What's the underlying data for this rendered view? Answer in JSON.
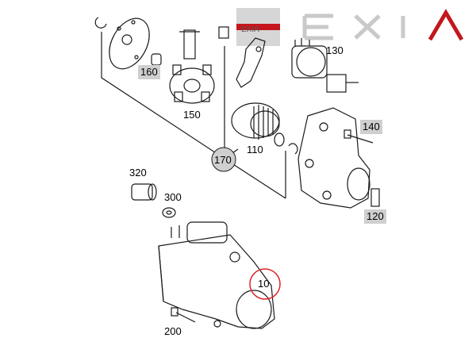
{
  "brand": {
    "name": "EXIA",
    "logo_text": "EXIA"
  },
  "callouts": {
    "l10": "10",
    "l110": "110",
    "l120": "120",
    "l130": "130",
    "l140": "140",
    "l150": "150",
    "l160": "160",
    "l170": "170",
    "l200": "200",
    "l300": "300",
    "l320": "320"
  },
  "colors": {
    "line": "#1a1a1a",
    "shade": "#cfcfcf",
    "highlight_circle": "#d9262b",
    "brand_gray": "#c9c9c9",
    "brand_red": "#c4161c"
  }
}
